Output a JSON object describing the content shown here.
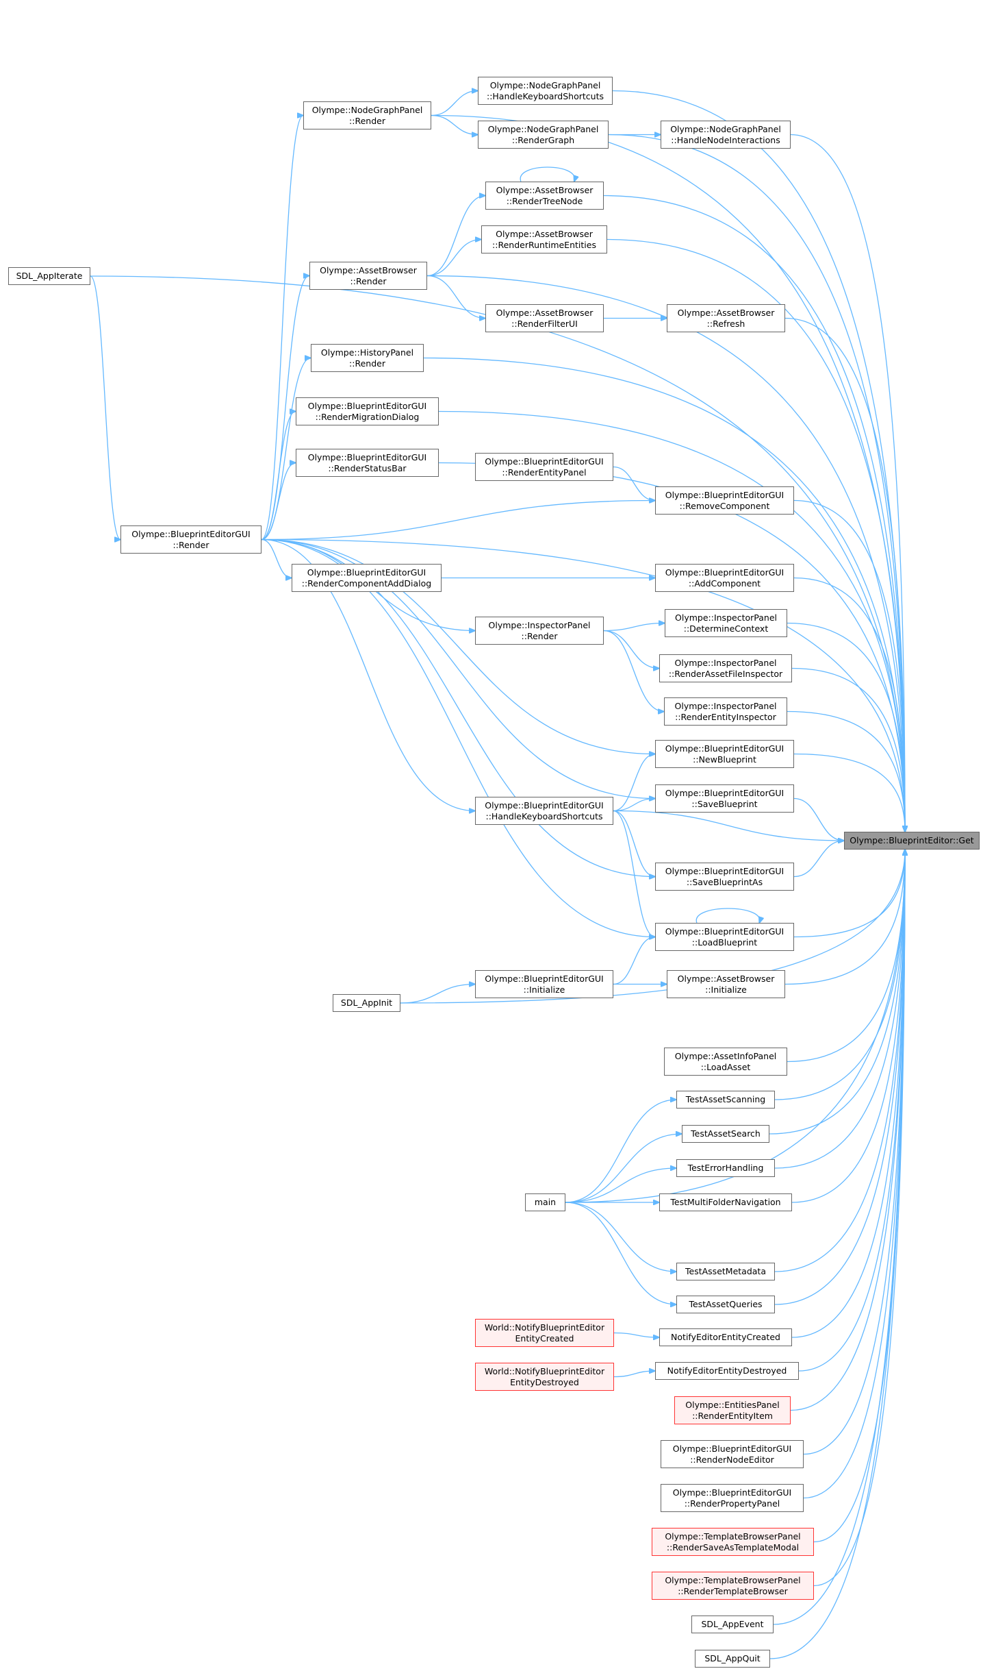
{
  "graph": {
    "edge_color": "#63b8ff",
    "nodes": [
      {
        "id": "appiterate",
        "line1": "SDL_AppIterate",
        "line2": "",
        "style": "normal"
      },
      {
        "id": "gui_render",
        "line1": "Olympe::BlueprintEditorGUI",
        "line2": "::Render",
        "style": "normal"
      },
      {
        "id": "ngp_render",
        "line1": "Olympe::NodeGraphPanel",
        "line2": "::Render",
        "style": "normal"
      },
      {
        "id": "ngp_hks",
        "line1": "Olympe::NodeGraphPanel",
        "line2": "::HandleKeyboardShortcuts",
        "style": "normal"
      },
      {
        "id": "ngp_rendergraph",
        "line1": "Olympe::NodeGraphPanel",
        "line2": "::RenderGraph",
        "style": "normal"
      },
      {
        "id": "ngp_hni",
        "line1": "Olympe::NodeGraphPanel",
        "line2": "::HandleNodeInteractions",
        "style": "normal"
      },
      {
        "id": "ab_rtn",
        "line1": "Olympe::AssetBrowser",
        "line2": "::RenderTreeNode",
        "style": "normal"
      },
      {
        "id": "ab_rre",
        "line1": "Olympe::AssetBrowser",
        "line2": "::RenderRuntimeEntities",
        "style": "normal"
      },
      {
        "id": "ab_render",
        "line1": "Olympe::AssetBrowser",
        "line2": "::Render",
        "style": "normal"
      },
      {
        "id": "ab_rfui",
        "line1": "Olympe::AssetBrowser",
        "line2": "::RenderFilterUI",
        "style": "normal"
      },
      {
        "id": "ab_refresh",
        "line1": "Olympe::AssetBrowser",
        "line2": "::Refresh",
        "style": "normal"
      },
      {
        "id": "hp_render",
        "line1": "Olympe::HistoryPanel",
        "line2": "::Render",
        "style": "normal"
      },
      {
        "id": "migration",
        "line1": "Olympe::BlueprintEditorGUI",
        "line2": "::RenderMigrationDialog",
        "style": "normal"
      },
      {
        "id": "statusbar",
        "line1": "Olympe::BlueprintEditorGUI",
        "line2": "::RenderStatusBar",
        "style": "normal"
      },
      {
        "id": "entitypanel",
        "line1": "Olympe::BlueprintEditorGUI",
        "line2": "::RenderEntityPanel",
        "style": "normal"
      },
      {
        "id": "removecomp",
        "line1": "Olympe::BlueprintEditorGUI",
        "line2": "::RemoveComponent",
        "style": "normal"
      },
      {
        "id": "compadd",
        "line1": "Olympe::BlueprintEditorGUI",
        "line2": "::RenderComponentAddDialog",
        "style": "normal"
      },
      {
        "id": "addcomp",
        "line1": "Olympe::BlueprintEditorGUI",
        "line2": "::AddComponent",
        "style": "normal"
      },
      {
        "id": "ip_render",
        "line1": "Olympe::InspectorPanel",
        "line2": "::Render",
        "style": "normal"
      },
      {
        "id": "determine",
        "line1": "Olympe::InspectorPanel",
        "line2": "::DetermineContext",
        "style": "normal"
      },
      {
        "id": "assetfile",
        "line1": "Olympe::InspectorPanel",
        "line2": "::RenderAssetFileInspector",
        "style": "normal"
      },
      {
        "id": "entityinsp",
        "line1": "Olympe::InspectorPanel",
        "line2": "::RenderEntityInspector",
        "style": "normal"
      },
      {
        "id": "newbp",
        "line1": "Olympe::BlueprintEditorGUI",
        "line2": "::NewBlueprint",
        "style": "normal"
      },
      {
        "id": "savebp",
        "line1": "Olympe::BlueprintEditorGUI",
        "line2": "::SaveBlueprint",
        "style": "normal"
      },
      {
        "id": "gui_hks",
        "line1": "Olympe::BlueprintEditorGUI",
        "line2": "::HandleKeyboardShortcuts",
        "style": "normal"
      },
      {
        "id": "saveas",
        "line1": "Olympe::BlueprintEditorGUI",
        "line2": "::SaveBlueprintAs",
        "style": "normal"
      },
      {
        "id": "loadbp",
        "line1": "Olympe::BlueprintEditorGUI",
        "line2": "::LoadBlueprint",
        "style": "normal"
      },
      {
        "id": "gui_init",
        "line1": "Olympe::BlueprintEditorGUI",
        "line2": "::Initialize",
        "style": "normal"
      },
      {
        "id": "ab_init",
        "line1": "Olympe::AssetBrowser",
        "line2": "::Initialize",
        "style": "normal"
      },
      {
        "id": "appinit",
        "line1": "SDL_AppInit",
        "line2": "",
        "style": "normal"
      },
      {
        "id": "get",
        "line1": "Olympe::BlueprintEditor::Get",
        "line2": "",
        "style": "highlight"
      },
      {
        "id": "loadasset",
        "line1": "Olympe::AssetInfoPanel",
        "line2": "::LoadAsset",
        "style": "normal"
      },
      {
        "id": "tscan",
        "line1": "TestAssetScanning",
        "line2": "",
        "style": "normal"
      },
      {
        "id": "tsearch",
        "line1": "TestAssetSearch",
        "line2": "",
        "style": "normal"
      },
      {
        "id": "terr",
        "line1": "TestErrorHandling",
        "line2": "",
        "style": "normal"
      },
      {
        "id": "tmulti",
        "line1": "TestMultiFolderNavigation",
        "line2": "",
        "style": "normal"
      },
      {
        "id": "main",
        "line1": "main",
        "line2": "",
        "style": "normal"
      },
      {
        "id": "tmeta",
        "line1": "TestAssetMetadata",
        "line2": "",
        "style": "normal"
      },
      {
        "id": "tqueries",
        "line1": "TestAssetQueries",
        "line2": "",
        "style": "normal"
      },
      {
        "id": "w_created",
        "line1": "World::NotifyBlueprintEditor",
        "line2": "EntityCreated",
        "style": "red"
      },
      {
        "id": "n_created",
        "line1": "NotifyEditorEntityCreated",
        "line2": "",
        "style": "normal"
      },
      {
        "id": "w_destroyed",
        "line1": "World::NotifyBlueprintEditor",
        "line2": "EntityDestroyed",
        "style": "red"
      },
      {
        "id": "n_destroyed",
        "line1": "NotifyEditorEntityDestroyed",
        "line2": "",
        "style": "normal"
      },
      {
        "id": "entitem",
        "line1": "Olympe::EntitiesPanel",
        "line2": "::RenderEntityItem",
        "style": "red"
      },
      {
        "id": "rne",
        "line1": "Olympe::BlueprintEditorGUI",
        "line2": "::RenderNodeEditor",
        "style": "normal"
      },
      {
        "id": "rpp",
        "line1": "Olympe::BlueprintEditorGUI",
        "line2": "::RenderPropertyPanel",
        "style": "normal"
      },
      {
        "id": "savetpl",
        "line1": "Olympe::TemplateBrowserPanel",
        "line2": "::RenderSaveAsTemplateModal",
        "style": "red"
      },
      {
        "id": "tplbrowser",
        "line1": "Olympe::TemplateBrowserPanel",
        "line2": "::RenderTemplateBrowser",
        "style": "red"
      },
      {
        "id": "appevent",
        "line1": "SDL_AppEvent",
        "line2": "",
        "style": "normal"
      },
      {
        "id": "appquit",
        "line1": "SDL_AppQuit",
        "line2": "",
        "style": "normal"
      }
    ],
    "edges": [
      [
        "appiterate",
        "gui_render"
      ],
      [
        "appiterate",
        "get"
      ],
      [
        "gui_render",
        "ngp_render"
      ],
      [
        "gui_render",
        "ab_render"
      ],
      [
        "gui_render",
        "hp_render"
      ],
      [
        "gui_render",
        "migration"
      ],
      [
        "gui_render",
        "statusbar"
      ],
      [
        "gui_render",
        "removecomp"
      ],
      [
        "gui_render",
        "get"
      ],
      [
        "gui_render",
        "compadd"
      ],
      [
        "gui_render",
        "ip_render"
      ],
      [
        "gui_render",
        "newbp"
      ],
      [
        "gui_render",
        "savebp"
      ],
      [
        "gui_render",
        "gui_hks"
      ],
      [
        "gui_render",
        "saveas"
      ],
      [
        "gui_render",
        "loadbp"
      ],
      [
        "ngp_render",
        "ngp_hks"
      ],
      [
        "ngp_render",
        "ngp_rendergraph"
      ],
      [
        "ngp_render",
        "get"
      ],
      [
        "ngp_hks",
        "get"
      ],
      [
        "ngp_rendergraph",
        "ngp_hni"
      ],
      [
        "ngp_rendergraph",
        "get"
      ],
      [
        "ngp_hni",
        "get"
      ],
      [
        "ab_rtn",
        "ab_rtn"
      ],
      [
        "ab_rtn",
        "get"
      ],
      [
        "ab_render",
        "ab_rtn"
      ],
      [
        "ab_render",
        "ab_rre"
      ],
      [
        "ab_render",
        "ab_rfui"
      ],
      [
        "ab_render",
        "get"
      ],
      [
        "ab_rre",
        "get"
      ],
      [
        "ab_rfui",
        "ab_refresh"
      ],
      [
        "ab_refresh",
        "get"
      ],
      [
        "hp_render",
        "get"
      ],
      [
        "migration",
        "get"
      ],
      [
        "statusbar",
        "get"
      ],
      [
        "entitypanel",
        "removecomp"
      ],
      [
        "removecomp",
        "get"
      ],
      [
        "compadd",
        "addcomp"
      ],
      [
        "addcomp",
        "get"
      ],
      [
        "ip_render",
        "determine"
      ],
      [
        "ip_render",
        "assetfile"
      ],
      [
        "ip_render",
        "entityinsp"
      ],
      [
        "determine",
        "get"
      ],
      [
        "assetfile",
        "get"
      ],
      [
        "entityinsp",
        "get"
      ],
      [
        "newbp",
        "get"
      ],
      [
        "savebp",
        "get"
      ],
      [
        "gui_hks",
        "newbp"
      ],
      [
        "gui_hks",
        "savebp"
      ],
      [
        "gui_hks",
        "saveas"
      ],
      [
        "gui_hks",
        "loadbp"
      ],
      [
        "gui_hks",
        "get"
      ],
      [
        "saveas",
        "get"
      ],
      [
        "loadbp",
        "loadbp"
      ],
      [
        "loadbp",
        "get"
      ],
      [
        "gui_init",
        "loadbp"
      ],
      [
        "gui_init",
        "ab_init"
      ],
      [
        "ab_init",
        "get"
      ],
      [
        "appinit",
        "gui_init"
      ],
      [
        "appinit",
        "get"
      ],
      [
        "loadasset",
        "get"
      ],
      [
        "main",
        "tscan"
      ],
      [
        "main",
        "tsearch"
      ],
      [
        "main",
        "terr"
      ],
      [
        "main",
        "tmulti"
      ],
      [
        "main",
        "tmeta"
      ],
      [
        "main",
        "tqueries"
      ],
      [
        "main",
        "get"
      ],
      [
        "tscan",
        "get"
      ],
      [
        "tsearch",
        "get"
      ],
      [
        "terr",
        "get"
      ],
      [
        "tmulti",
        "get"
      ],
      [
        "tmeta",
        "get"
      ],
      [
        "tqueries",
        "get"
      ],
      [
        "w_created",
        "n_created"
      ],
      [
        "n_created",
        "get"
      ],
      [
        "w_destroyed",
        "n_destroyed"
      ],
      [
        "n_destroyed",
        "get"
      ],
      [
        "entitem",
        "get"
      ],
      [
        "rne",
        "get"
      ],
      [
        "rpp",
        "get"
      ],
      [
        "savetpl",
        "get"
      ],
      [
        "tplbrowser",
        "get"
      ],
      [
        "appevent",
        "get"
      ],
      [
        "appquit",
        "get"
      ]
    ]
  }
}
